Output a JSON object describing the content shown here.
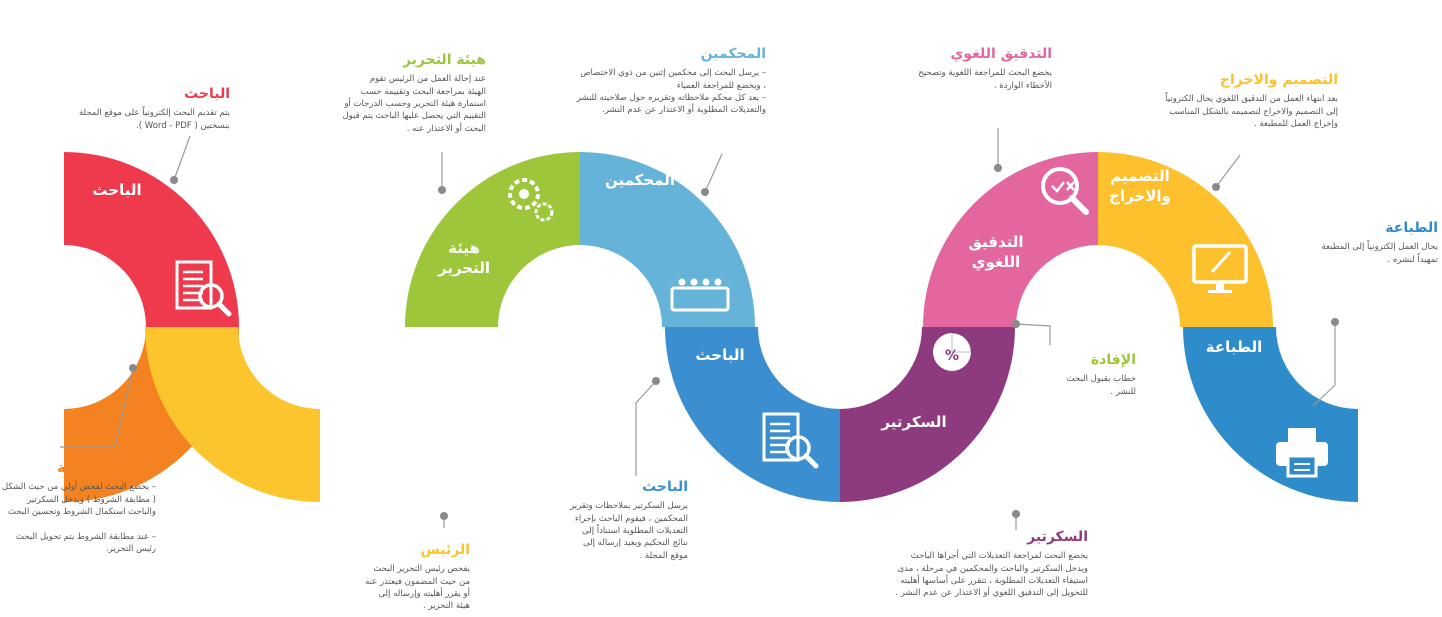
{
  "colors": {
    "red": "#ef3a4e",
    "orange": "#f58220",
    "yellow": "#fcc42d",
    "green": "#9dc63b",
    "lightblue": "#65b3d8",
    "blue": "#3b8fd0",
    "purple": "#8e3a7f",
    "pink": "#e3669f",
    "gold": "#fdc12e",
    "darkblue": "#2f8ccb"
  },
  "segments": [
    {
      "key": "researcher1",
      "label": "الباحث",
      "icon": "document-search-icon"
    },
    {
      "key": "secretary1",
      "label": "السكرتير",
      "icon": "pie-chart-percent-icon"
    },
    {
      "key": "chief",
      "label": "الرئيس",
      "icon": "team-meeting-icon"
    },
    {
      "key": "board",
      "label": "هيئة\nالتحرير",
      "icon": "gears-icon"
    },
    {
      "key": "reviewers",
      "label": "المحكمين",
      "icon": "audience-panel-icon"
    },
    {
      "key": "researcher2",
      "label": "الباحث",
      "icon": "document-search-icon"
    },
    {
      "key": "secretary2",
      "label": "السكرتير",
      "icon": "pie-chart-percent-icon"
    },
    {
      "key": "proofreading",
      "label": "التدقيق\nاللغوي",
      "icon": "magnifier-check-icon"
    },
    {
      "key": "design",
      "label": "التصميم\nوالاخراج",
      "icon": "monitor-brush-icon"
    },
    {
      "key": "printing",
      "label": "الطباعة",
      "icon": "printer-icon"
    }
  ],
  "notes": {
    "researcher1": {
      "title": "الباحث",
      "text": "يتم تقديم البحث إلكترونياً على موقع المجلة\nبنسختين ( Word - PDF )."
    },
    "secretary1": {
      "title": "سكرتير المجلة",
      "text": "– يخضع البحث لفحص أولي من حيث الشكل\n( مطابقة الشروط ) ويدخل السكرتير\nوالباحث استكمال الشروط وتحسين البحث\n\n– عند مطابقة الشروط يتم تحويل البحث\nرئيس التحرير."
    },
    "chief": {
      "title": "الرئيس",
      "text": "يفحص رئيس التحرير البحث\nمن حيث المضمون فيعتذر عنه\nأو يقرر أهليته وإرساله إلى\nهيئة التحرير ."
    },
    "board": {
      "title": "هيئة التحرير",
      "text": "عند إحالة العمل من الرئيس تقوم\nالهيئة بمراجعة البحث وتقييمه حسب\nاستمارة هيئة التحرير وحسب الدرجات أو\nالتقييم التي يحصل عليها الباحث يتم قبول\nالبحث أو الاعتذار عنه ."
    },
    "reviewers": {
      "title": "المحكمين",
      "text": "– يرسل البحث إلى محكمين إثنين من ذوي الاختصاص\n، ويخضع للمراجعة العمياء\n– يعد كل محكم ملاحظاته وتقريره حول صلاحيته للنشر\nوالتعديلات المطلوبة أو الاعتذار عن عدم النشر."
    },
    "researcher2": {
      "title": "الباحث",
      "text": "يرسل السكرتير بملاحظات وتقرير\nالمحكمين ، فيقوم الباحث بإجراء\nالتعديلات المطلوبة استناداً إلى\nنتائج التحكيم ويعيد إرساله إلى\nموقع المجلة ."
    },
    "secretary2": {
      "title": "السكرتير",
      "text": "يخضع البحث لمراجعة التعديلات التي أجراها الباحث\nويدخل السكرتير والباحث والمحكمين في مرحلة ، مدى\nاستيفاء التعديلات المطلوبة ، تتقرر على أساسها أهليته\nللتحويل إلى التدقيق اللغوي أو الاعتذار عن عدم النشر ."
    },
    "benefit": {
      "title": "الإفادة",
      "text": "خطاب بقبول البحث\nللنشر ."
    },
    "proofreading": {
      "title": "التدقيق اللغوي",
      "text": "يخضع البحث للمراجعة اللغوية وتصحيح\nالأخطاء الواردة ."
    },
    "design": {
      "title": "التصميم والاخراج",
      "text": "بعد انتهاء العمل من التدقيق اللغوي يحال الكترونياً\nإلى التصميم والاخراج لتصميمه بالشكل المناسب\nوإخراج العمل للمطبعة ."
    },
    "printing": {
      "title": "الطباعة",
      "text": "يحال العمل إلكترونياً إلى المطبعة\nتمهيداً لنشره ."
    }
  }
}
